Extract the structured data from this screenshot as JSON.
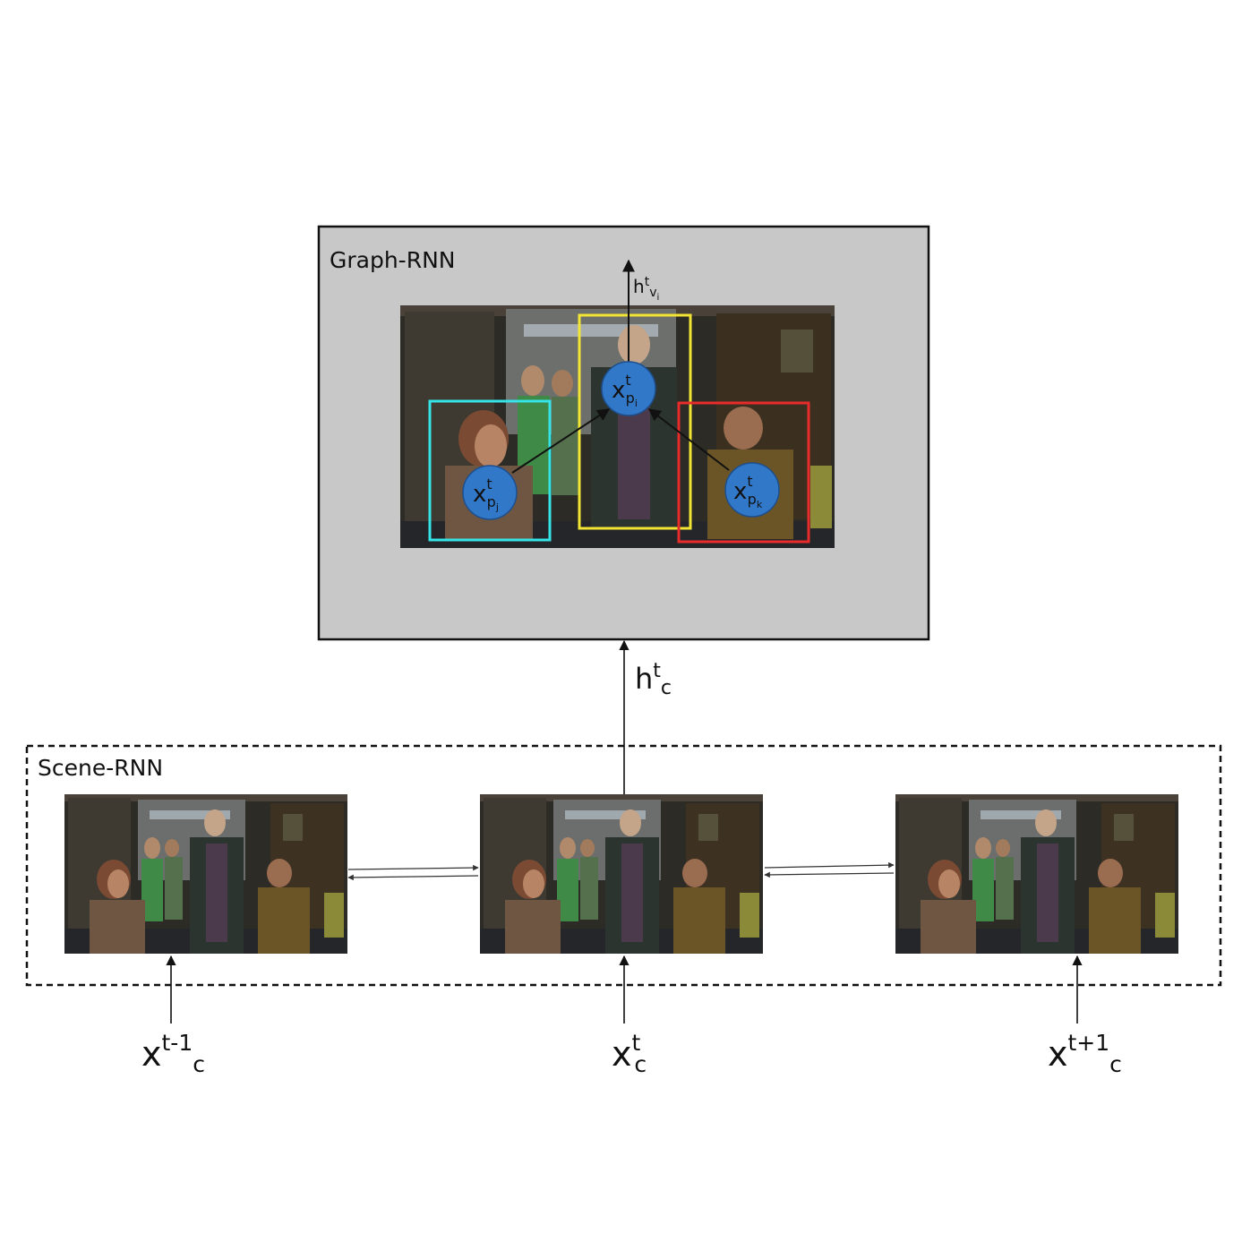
{
  "graph_rnn": {
    "title": "Graph-RNN",
    "nodes": {
      "center": {
        "base": "x",
        "sup": "t",
        "sub": "p",
        "subsub": "i"
      },
      "left": {
        "base": "x",
        "sup": "t",
        "sub": "p",
        "subsub": "j"
      },
      "right": {
        "base": "x",
        "sup": "t",
        "sub": "p",
        "subsub": "k"
      }
    },
    "output": {
      "base": "h",
      "sup": "t",
      "sub": "v",
      "subsub": "i"
    },
    "colors": {
      "left_box": "#35e4e6",
      "center_box": "#f2e533",
      "right_box": "#e82b2b",
      "node_fill": "#3278c8",
      "panel": "#c8c8c8"
    }
  },
  "link": {
    "base": "h",
    "sup": "t",
    "sub": "c"
  },
  "scene_rnn": {
    "title": "Scene-RNN",
    "inputs": [
      {
        "base": "x",
        "sup": "t-1",
        "sub": "c"
      },
      {
        "base": "x",
        "sup": "t",
        "sub": "c"
      },
      {
        "base": "x",
        "sup": "t+1",
        "sub": "c"
      }
    ]
  }
}
